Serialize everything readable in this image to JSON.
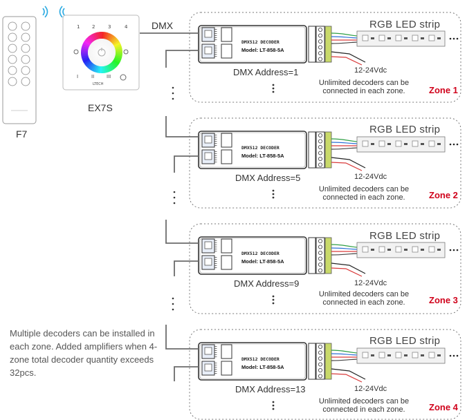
{
  "top": {
    "dmx_label": "DMX",
    "panel_label": "EX7S",
    "remote_label": "F7",
    "panel_keys": [
      "1",
      "2",
      "3",
      "4",
      "I",
      "II",
      "III"
    ],
    "panel_brand": "LTECH"
  },
  "decoder": {
    "title": "DMX512 DECODER",
    "model": "Model: LT-858-5A"
  },
  "zones": [
    {
      "strip_label": "RGB LED strip",
      "address": "DMX Address=1",
      "voltage": "12-24Vdc",
      "unlimited": "Unlimited decoders can be connected in each zone.",
      "zone_label": "Zone 1"
    },
    {
      "strip_label": "RGB LED strip",
      "address": "DMX Address=5",
      "voltage": "12-24Vdc",
      "unlimited": "Unlimited decoders can be connected in each zone.",
      "zone_label": "Zone 2"
    },
    {
      "strip_label": "RGB LED strip",
      "address": "DMX Address=9",
      "voltage": "12-24Vdc",
      "unlimited": "Unlimited decoders can be connected in each zone.",
      "zone_label": "Zone 3"
    },
    {
      "strip_label": "RGB LED strip",
      "address": "DMX Address=13",
      "voltage": "12-24Vdc",
      "unlimited": "Unlimited decoders can be connected in each zone.",
      "zone_label": "Zone 4"
    }
  ],
  "note": "Multiple decoders can be installed in each zone. Added amplifiers when 4-zone total decoder quantity exceeds 32pcs.",
  "colors": {
    "zone_red": "#d0021b",
    "wire": "#6b6b6b",
    "terminal_green": "#c8d96a",
    "wifi_blue": "#29a9e1",
    "wire_green": "#2e9e44",
    "wire_blue": "#2b6fd6",
    "wire_red": "#d93a3a"
  }
}
